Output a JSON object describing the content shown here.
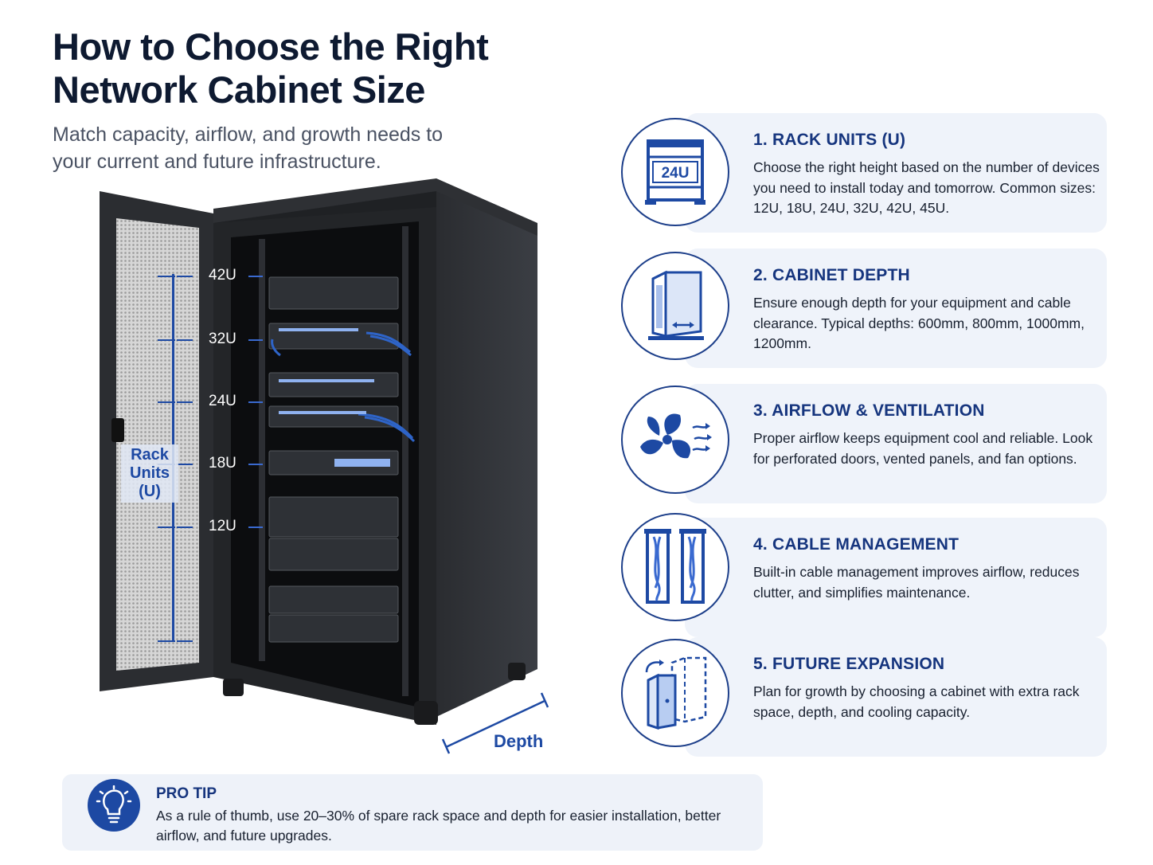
{
  "header": {
    "title": "How to Choose the Right Network Cabinet Size",
    "subtitle": "Match capacity, airflow, and growth needs to your current and future infrastructure."
  },
  "illustration": {
    "rack_ticks": [
      "42U",
      "32U",
      "24U",
      "18U",
      "12U"
    ],
    "rack_caption": "Rack Units (U)",
    "depth_label": "Depth"
  },
  "cards": [
    {
      "icon": "rack-units-icon",
      "icon_text": "24U",
      "title": "1. RACK UNITS (U)",
      "body": "Choose the right height based on the number of devices you need to install today and tomorrow. Common sizes: 12U, 18U, 24U, 32U, 42U, 45U."
    },
    {
      "icon": "cabinet-depth-icon",
      "title": "2. CABINET DEPTH",
      "body": "Ensure enough depth for your equipment and cable clearance. Typical depths: 600mm, 800mm, 1000mm, 1200mm."
    },
    {
      "icon": "fan-airflow-icon",
      "title": "3. AIRFLOW & VENTILATION",
      "body": "Proper airflow keeps equipment cool and reliable. Look for perforated doors, vented panels, and fan options."
    },
    {
      "icon": "cable-management-icon",
      "title": "4. CABLE MANAGEMENT",
      "body": "Built-in cable management improves airflow, reduces clutter, and simplifies maintenance."
    },
    {
      "icon": "expansion-icon",
      "title": "5. FUTURE EXPANSION",
      "body": "Plan for growth by choosing a cabinet with extra rack space, depth, and cooling capacity."
    }
  ],
  "tip": {
    "icon": "lightbulb-icon",
    "title": "PRO TIP",
    "body": "As a rule of thumb, use 20–30% of spare rack space and depth for easier installation, better airflow, and future upgrades."
  },
  "colors": {
    "accent": "#1d49a3",
    "card_bg": "#eff3fa",
    "title_text": "#0e1a31",
    "card_title": "#16357e"
  }
}
